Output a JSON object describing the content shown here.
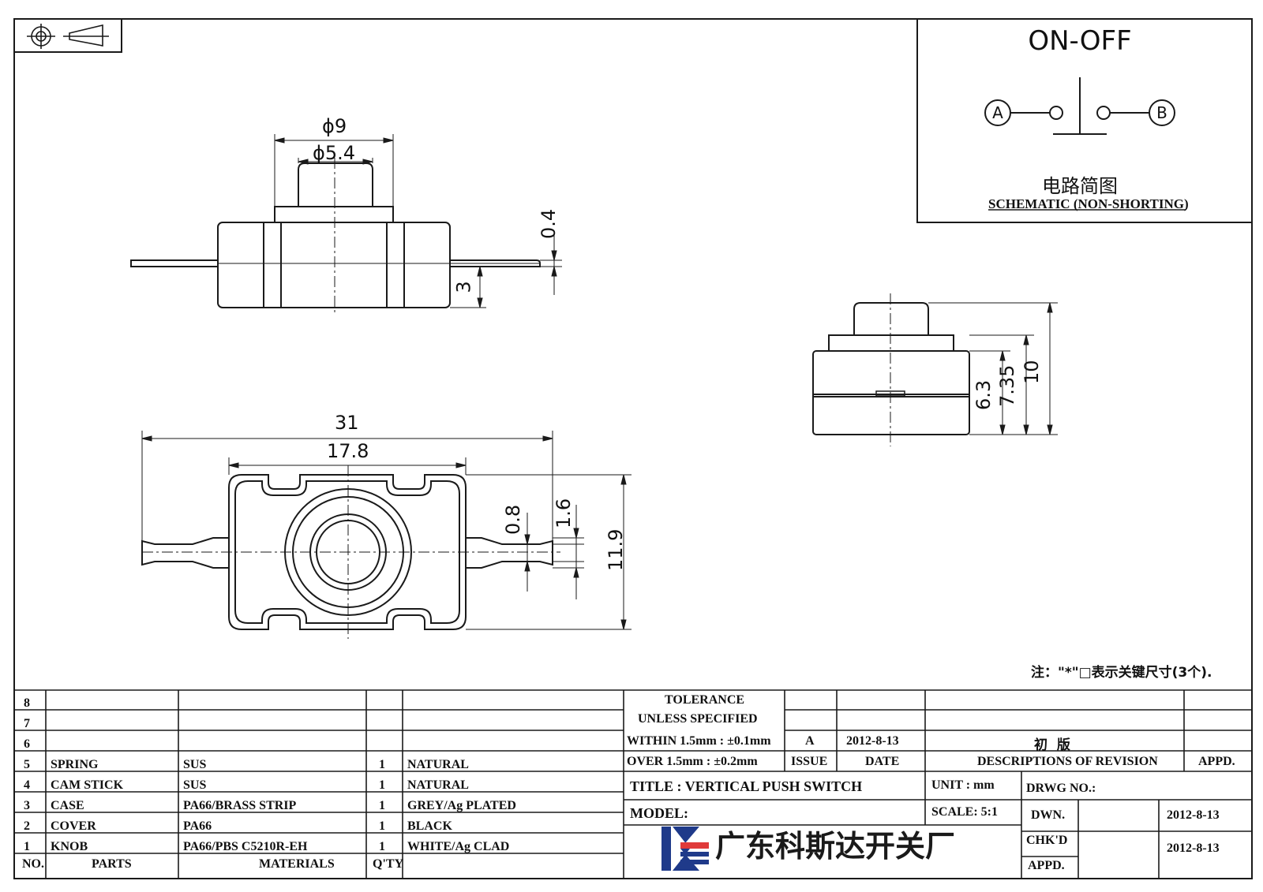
{
  "schematic": {
    "title": "ON-OFF",
    "terminal_a": "A",
    "terminal_b": "B",
    "caption_cn": "电路简图",
    "caption_en": "SCHEMATIC (NON-SHORTING)"
  },
  "dimensions": {
    "phi9": "ϕ9",
    "phi5_4": "ϕ5.4",
    "d0_4": "0.4",
    "d3": "3",
    "d31": "31",
    "d17_8": "17.8",
    "d0_8": "0.8",
    "d1_6": "1.6",
    "d11_9": "11.9",
    "d6_3": "6.3",
    "d7_35": "7.35",
    "d10": "10"
  },
  "note": "注：\"*\"□表示关键尺寸(3个).",
  "bom": {
    "rows": [
      {
        "no": "8",
        "part": "",
        "material": "",
        "qty": "",
        "finish": ""
      },
      {
        "no": "7",
        "part": "",
        "material": "",
        "qty": "",
        "finish": ""
      },
      {
        "no": "6",
        "part": "",
        "material": "",
        "qty": "",
        "finish": ""
      },
      {
        "no": "5",
        "part": "SPRING",
        "material": "SUS",
        "qty": "1",
        "finish": "NATURAL"
      },
      {
        "no": "4",
        "part": "CAM STICK",
        "material": "SUS",
        "qty": "1",
        "finish": "NATURAL"
      },
      {
        "no": "3",
        "part": "CASE",
        "material": "PA66/BRASS STRIP",
        "qty": "1",
        "finish": "GREY/Ag PLATED"
      },
      {
        "no": "2",
        "part": "COVER",
        "material": "PA66",
        "qty": "1",
        "finish": "BLACK"
      },
      {
        "no": "1",
        "part": "KNOB",
        "material": "PA66/PBS C5210R-EH",
        "qty": "1",
        "finish": "WHITE/Ag CLAD"
      }
    ],
    "header": {
      "no": "NO.",
      "parts": "PARTS",
      "materials": "MATERIALS",
      "qty": "Q'TY"
    }
  },
  "tolerance": {
    "line1": "TOLERANCE",
    "line2": "UNLESS  SPECIFIED",
    "line3": "WITHIN 1.5mm : ±0.1mm",
    "line4": "OVER 1.5mm : ±0.2mm"
  },
  "revision": {
    "issue_value": "A",
    "date_value": "2012-8-13",
    "desc_value": "初  版",
    "issue_label": "ISSUE",
    "date_label": "DATE",
    "desc_label": "DESCRIPTIONS OF REVISION",
    "appd_label": "APPD."
  },
  "title_block": {
    "title": "TITLE :  VERTICAL PUSH SWITCH",
    "unit": "UNIT :  mm",
    "drwg_no": "DRWG NO.:",
    "model": "MODEL:",
    "scale": "SCALE:  5:1",
    "dwn_label": "DWN.",
    "dwn_date": "2012-8-13",
    "chkd_label": "CHK'D",
    "chkd_date": "2012-8-13",
    "appd_label": "APPD.",
    "company": "广东科斯达开关厂"
  },
  "colors": {
    "line": "#1a1a1a",
    "logo_blue": "#1f3a8a"
  }
}
